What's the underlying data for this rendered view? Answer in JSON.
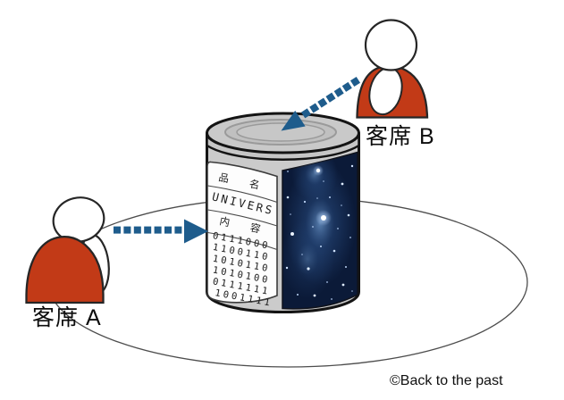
{
  "figure": {
    "audience_a": {
      "label": "客席 A"
    },
    "audience_b": {
      "label": "客席 B"
    },
    "can_label": {
      "name_field": "品　名",
      "product_name": "UNIVERS",
      "content_field": "内　容",
      "binary_rows": [
        "0111000",
        "1100110",
        "1010110",
        "1010100",
        "0111111",
        "1001111"
      ]
    },
    "copyright": "©Back to the past",
    "colors": {
      "arrow_blue": "#1E5C8C",
      "person_red": "#C23A17",
      "can_gray": "#CBCBCB",
      "sky_dark_blue": "#0B1A38"
    }
  }
}
